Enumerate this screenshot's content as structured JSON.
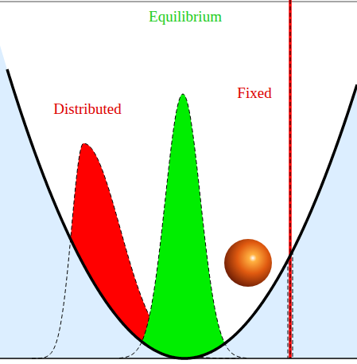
{
  "diagram": {
    "labels": [
      "Distributed",
      "Equilibrium",
      "Fixed"
    ]
  }
}
